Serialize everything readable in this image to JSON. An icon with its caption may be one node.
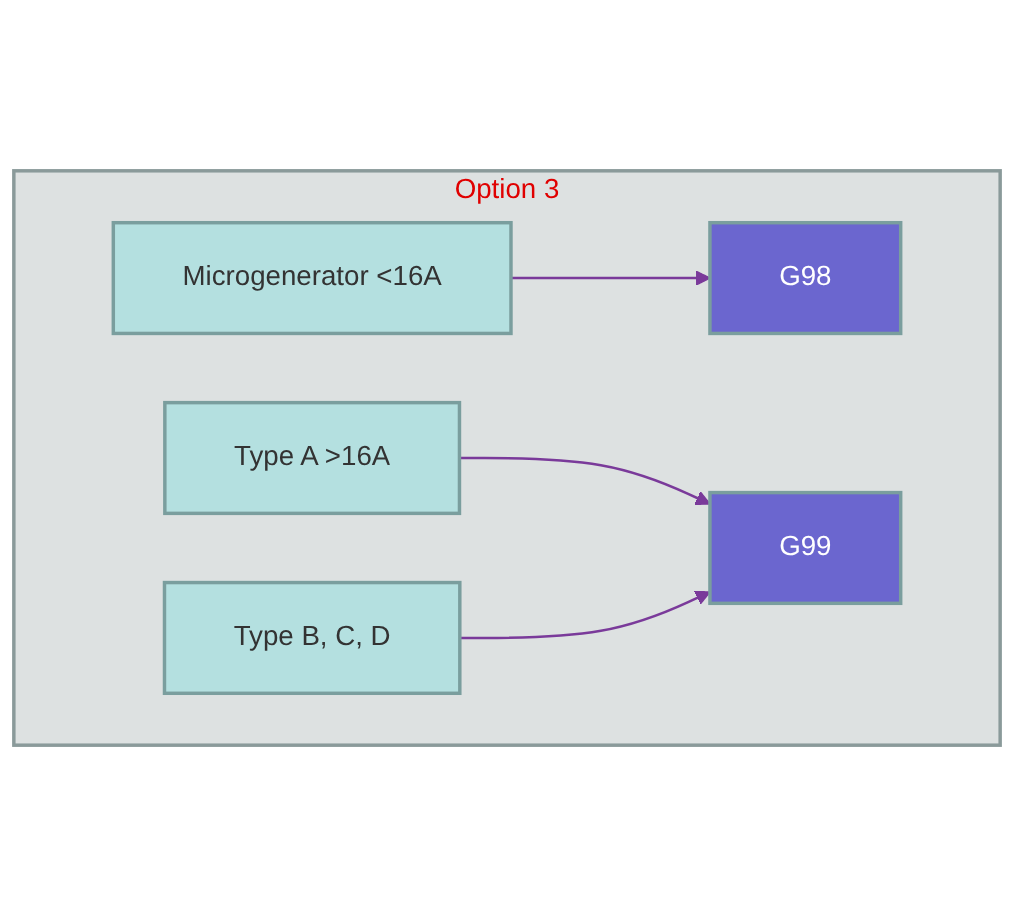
{
  "diagram": {
    "nodes": [
      {
        "text": [
          "Option 3"
        ]
      },
      {
        "text": [
          "Microgenerator <16A"
        ],
        "in": 0
      },
      {
        "text": [
          "G98"
        ],
        "in": 0
      },
      {
        "text": [
          "Type A >16A"
        ],
        "in": 0
      },
      {
        "text": [
          "G99"
        ],
        "in": 0
      },
      {
        "text": [
          "Type B, C, D"
        ],
        "in": 0
      }
    ],
    "edges": [
      {
        "from": 1,
        "to": 2,
        "arrow": "to"
      },
      {
        "from": 3,
        "to": 4,
        "arrow": "to"
      },
      {
        "from": 5,
        "to": 4,
        "arrow": "to"
      }
    ]
  }
}
